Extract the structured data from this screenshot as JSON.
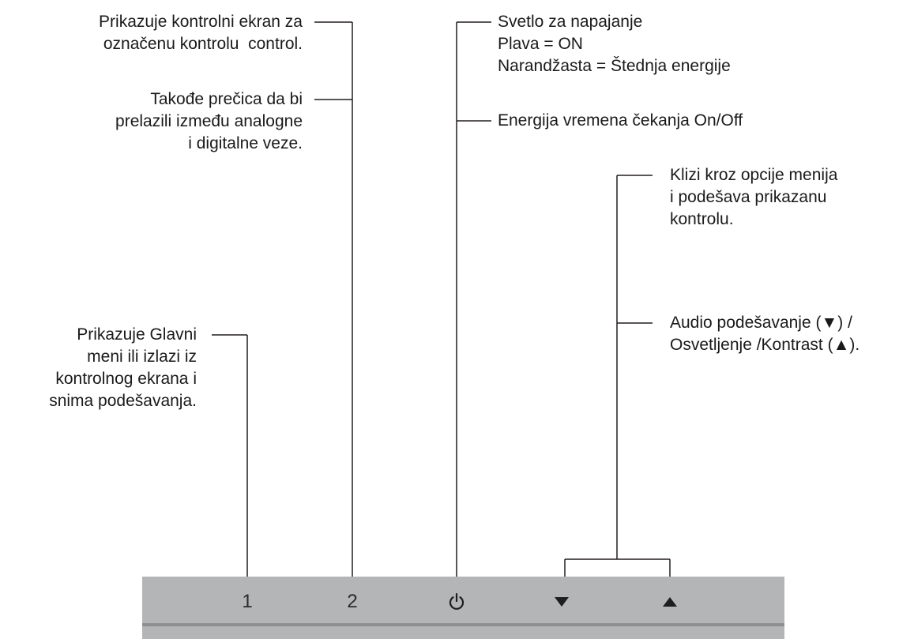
{
  "buttons": {
    "button_1": "1",
    "button_2": "2",
    "power_icon": "power-icon",
    "down_icon": "down-triangle-icon",
    "up_icon": "up-triangle-icon"
  },
  "callouts": {
    "button_2_desc_a": "Prikazuje kontrolni ekran za\noznačenu kontrolu  control.",
    "button_2_desc_b": "Takođe prečica da bi\nprelazili između analogne\ni digitalne veze.",
    "button_1_desc": "Prikazuje Glavni\nmeni ili izlazi iz\nkontrolnog ekrana i\nsnima podešavanja.",
    "power_light_desc": "Svetlo za napajanje\nPlava = ON\nNarandžasta = Štednja energije",
    "power_toggle_desc": "Energija vremena čekanja On/Off",
    "arrows_desc": "Klizi kroz opcije menija\ni podešava prikazanu\nkontrolu.",
    "arrows_shortcut_desc": "Audio podešavanje (▼) /\nOsvetljenje /Kontrast (▲)."
  }
}
